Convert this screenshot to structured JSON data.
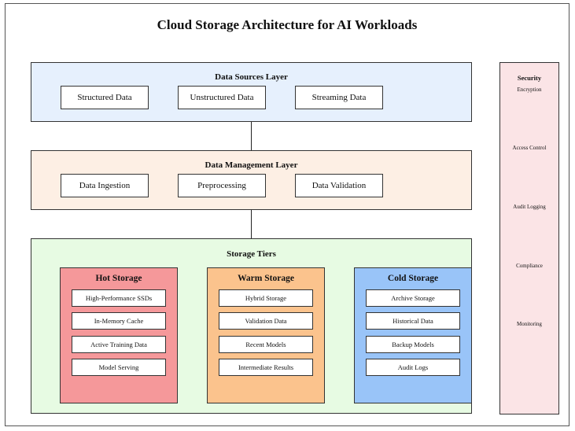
{
  "title": "Cloud Storage Architecture for AI Workloads",
  "data_sources": {
    "title": "Data Sources Layer",
    "items": [
      "Structured Data",
      "Unstructured Data",
      "Streaming Data"
    ],
    "color": "#e6f0fd"
  },
  "data_management": {
    "title": "Data Management Layer",
    "items": [
      "Data Ingestion",
      "Preprocessing",
      "Data Validation"
    ],
    "color": "#fdefe4"
  },
  "storage_tiers": {
    "title": "Storage Tiers",
    "color": "#e7fbe3",
    "hot": {
      "title": "Hot Storage",
      "color": "#f5989a",
      "items": [
        "High-Performance SSDs",
        "In-Memory Cache",
        "Active Training Data",
        "Model Serving"
      ]
    },
    "warm": {
      "title": "Warm Storage",
      "color": "#fbc38d",
      "items": [
        "Hybrid Storage",
        "Validation Data",
        "Recent Models",
        "Intermediate Results"
      ]
    },
    "cold": {
      "title": "Cold Storage",
      "color": "#99c4f8",
      "items": [
        "Archive Storage",
        "Historical Data",
        "Backup Models",
        "Audit Logs"
      ]
    }
  },
  "security": {
    "title": "Security",
    "items": [
      "Encryption",
      "Access Control",
      "Audit Logging",
      "Compliance",
      "Monitoring"
    ],
    "color": "#fbe4e6"
  }
}
